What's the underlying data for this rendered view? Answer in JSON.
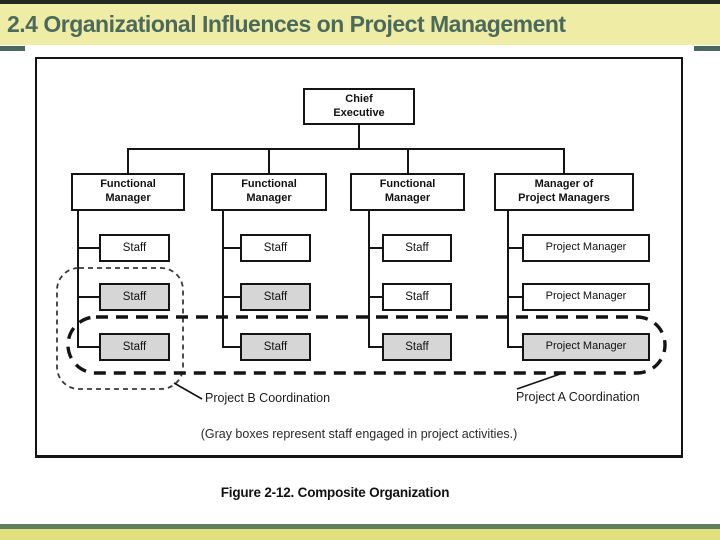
{
  "slide": {
    "title": "2.4 Organizational Influences on Project Management"
  },
  "figure": {
    "caption": "Figure 2-12. Composite Organization",
    "note": "(Gray boxes represent staff engaged in project activities.)",
    "annotations": {
      "project_b": "Project B Coordination",
      "project_a": "Project A Coordination"
    }
  },
  "org_chart": {
    "type": "org-tree",
    "root": {
      "label": "Chief\nExecutive"
    },
    "branches": [
      {
        "manager": "Functional\nManager",
        "reports": [
          {
            "label": "Staff",
            "engaged": false
          },
          {
            "label": "Staff",
            "engaged": true
          },
          {
            "label": "Staff",
            "engaged": true
          }
        ]
      },
      {
        "manager": "Functional\nManager",
        "reports": [
          {
            "label": "Staff",
            "engaged": false
          },
          {
            "label": "Staff",
            "engaged": true
          },
          {
            "label": "Staff",
            "engaged": true
          }
        ]
      },
      {
        "manager": "Functional\nManager",
        "reports": [
          {
            "label": "Staff",
            "engaged": false
          },
          {
            "label": "Staff",
            "engaged": false
          },
          {
            "label": "Staff",
            "engaged": true
          }
        ]
      },
      {
        "manager": "Manager of\nProject Managers",
        "reports": [
          {
            "label": "Project Manager",
            "engaged": false
          },
          {
            "label": "Project Manager",
            "engaged": false
          },
          {
            "label": "Project Manager",
            "engaged": true
          }
        ]
      }
    ]
  },
  "colors": {
    "title_bg": "#eeeca5",
    "title_text": "#4c6a5c",
    "top_strip": "#23281e",
    "title_underline": "#47685a",
    "footer_line": "#5f7d5f",
    "footer_band": "#e0e07c",
    "engaged_box_gray": "#d6d6d6",
    "diagram_line": "#141414"
  }
}
